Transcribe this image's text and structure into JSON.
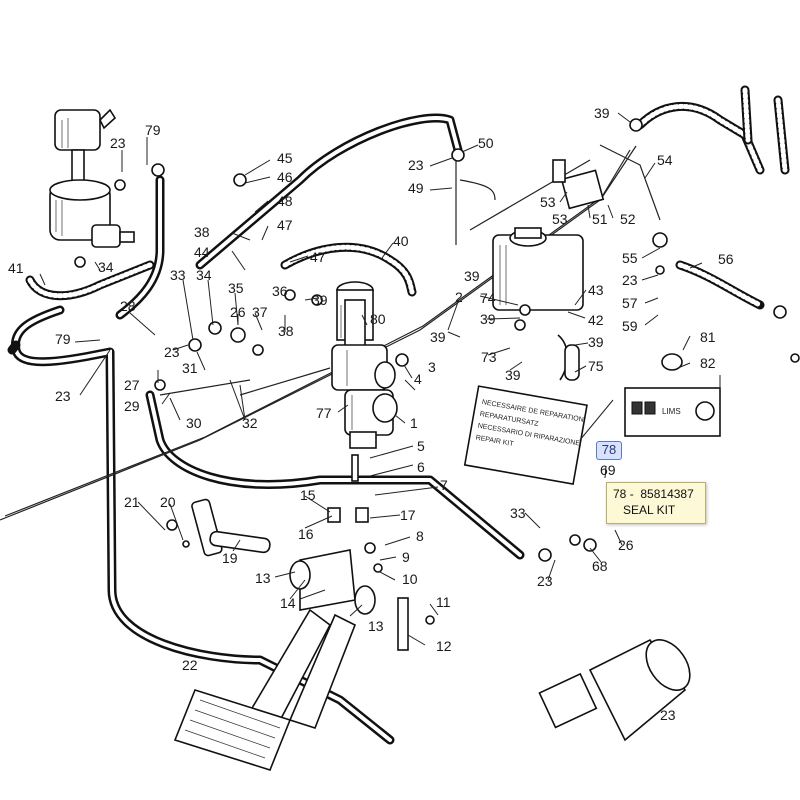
{
  "diagram": {
    "callouts": [
      {
        "label": "79"
      },
      {
        "label": "23"
      },
      {
        "label": "34"
      },
      {
        "label": "41"
      },
      {
        "label": "50"
      },
      {
        "label": "23"
      },
      {
        "label": "49"
      },
      {
        "label": "39"
      },
      {
        "label": "54"
      },
      {
        "label": "53"
      },
      {
        "label": "53"
      },
      {
        "label": "51"
      },
      {
        "label": "52"
      },
      {
        "label": "45"
      },
      {
        "label": "46"
      },
      {
        "label": "48"
      },
      {
        "label": "47"
      },
      {
        "label": "38"
      },
      {
        "label": "44"
      },
      {
        "label": "47"
      },
      {
        "label": "40"
      },
      {
        "label": "55"
      },
      {
        "label": "23"
      },
      {
        "label": "56"
      },
      {
        "label": "57"
      },
      {
        "label": "59"
      },
      {
        "label": "33"
      },
      {
        "label": "34"
      },
      {
        "label": "35"
      },
      {
        "label": "26"
      },
      {
        "label": "37"
      },
      {
        "label": "36"
      },
      {
        "label": "39"
      },
      {
        "label": "38"
      },
      {
        "label": "28"
      },
      {
        "label": "79"
      },
      {
        "label": "23"
      },
      {
        "label": "31"
      },
      {
        "label": "27"
      },
      {
        "label": "29"
      },
      {
        "label": "30"
      },
      {
        "label": "32"
      },
      {
        "label": "23"
      },
      {
        "label": "80"
      },
      {
        "label": "77"
      },
      {
        "label": "4"
      },
      {
        "label": "3"
      },
      {
        "label": "1"
      },
      {
        "label": "2"
      },
      {
        "label": "39"
      },
      {
        "label": "74"
      },
      {
        "label": "39"
      },
      {
        "label": "39"
      },
      {
        "label": "73"
      },
      {
        "label": "39"
      },
      {
        "label": "43"
      },
      {
        "label": "42"
      },
      {
        "label": "39"
      },
      {
        "label": "75"
      },
      {
        "label": "81"
      },
      {
        "label": "82"
      },
      {
        "label": "5"
      },
      {
        "label": "6"
      },
      {
        "label": "7"
      },
      {
        "label": "15"
      },
      {
        "label": "16"
      },
      {
        "label": "17"
      },
      {
        "label": "8"
      },
      {
        "label": "9"
      },
      {
        "label": "10"
      },
      {
        "label": "11"
      },
      {
        "label": "12"
      },
      {
        "label": "13"
      },
      {
        "label": "14"
      },
      {
        "label": "13"
      },
      {
        "label": "21"
      },
      {
        "label": "20"
      },
      {
        "label": "19"
      },
      {
        "label": "22"
      },
      {
        "label": "33"
      },
      {
        "label": "23"
      },
      {
        "label": "68"
      },
      {
        "label": "26"
      },
      {
        "label": "69"
      },
      {
        "label": "23"
      }
    ],
    "highlight_callout": "78",
    "decal_text": [
      "NECESSAIRE DE REPARATION",
      "REPARATURSATZ",
      "NECESSARIO DI RIPARAZIONE",
      "REPAIR KIT"
    ],
    "panel_label": "LIMS"
  },
  "tooltip": {
    "ref": "78",
    "dash": "-",
    "part_number": "85814387",
    "description": "SEAL KIT"
  },
  "colors": {
    "line_art": "#111111",
    "tooltip_bg": "#fdf8d6",
    "highlight": "#5a79c8"
  }
}
